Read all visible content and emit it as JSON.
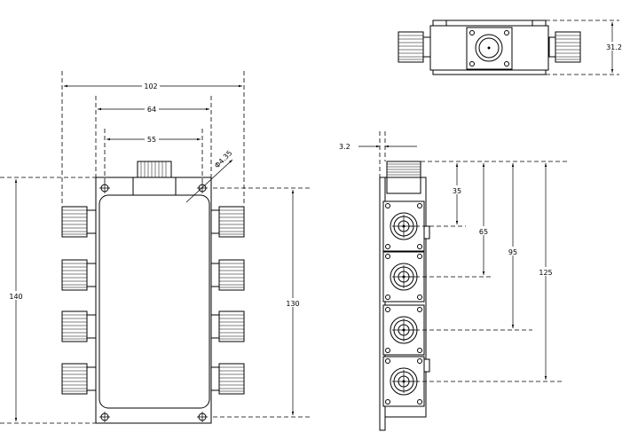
{
  "drawing": {
    "front_view": {
      "overall_width": "102",
      "connector_span": "64",
      "hole_spacing_x": "55",
      "hole_diameter": "Φ4.35",
      "overall_height": "140",
      "hole_spacing_y": "130"
    },
    "side_view": {
      "plate_thickness": "3.2",
      "port_1_offset": "35",
      "port_2_offset": "65",
      "port_3_offset": "95",
      "port_4_offset": "125"
    },
    "top_view": {
      "height": "31.2"
    }
  }
}
